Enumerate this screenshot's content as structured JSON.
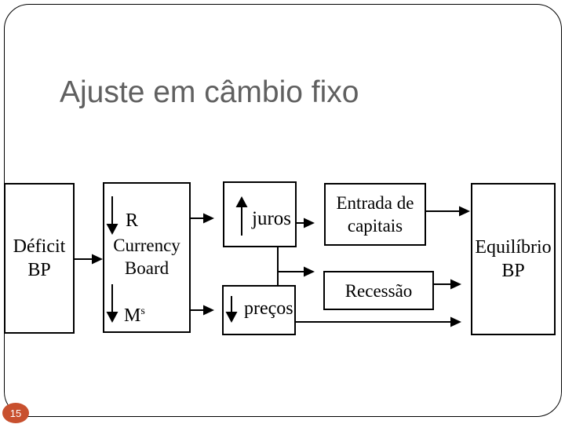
{
  "slide": {
    "title": "Ajuste em câmbio fixo",
    "page_number": "15",
    "accent_color": "#C8502E",
    "title_color": "#606060",
    "line_color": "#000000"
  },
  "diagram": {
    "deficit_line1": "Déficit",
    "deficit_line2": "BP",
    "currency_r_symbol": "R",
    "currency_line1": "Currency",
    "currency_line2": "Board",
    "currency_m_symbol": "M",
    "currency_m_sup": "s",
    "juros_label": "juros",
    "precos_label": "preços",
    "entrada_line1": "Entrada de",
    "entrada_line2": "capitais",
    "recessao_label": "Recessão",
    "equilibrio_line1": "Equilíbrio",
    "equilibrio_line2": "BP"
  }
}
